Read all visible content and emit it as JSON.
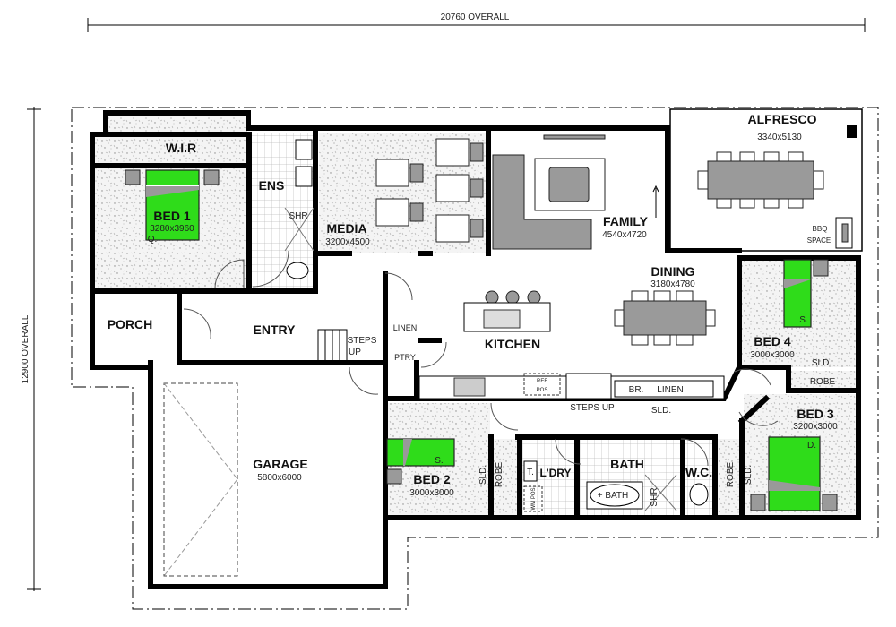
{
  "dimensions": {
    "overall_width": "20760 OVERALL",
    "overall_depth": "12900 OVERALL"
  },
  "colors": {
    "bed_fill": "#2fdc1a",
    "furniture": "#9a9a9a",
    "wall": "#000000"
  },
  "rooms": {
    "wir": {
      "name": "W.I.R"
    },
    "bed1": {
      "name": "BED 1",
      "size": "3280x3960",
      "bed": "Q."
    },
    "ens": {
      "name": "ENS",
      "shower": "SHR"
    },
    "media": {
      "name": "MEDIA",
      "size": "3200x4500"
    },
    "family": {
      "name": "FAMILY",
      "size": "4540x4720"
    },
    "alfresco": {
      "name": "ALFRESCO",
      "size": "3340x5130",
      "bbq1": "BBQ",
      "bbq2": "SPACE"
    },
    "porch": {
      "name": "PORCH"
    },
    "entry": {
      "name": "ENTRY",
      "steps1": "STEPS",
      "steps2": "UP"
    },
    "linen1": {
      "name": "LINEN"
    },
    "pantry": {
      "name": "PTRY"
    },
    "kitchen": {
      "name": "KITCHEN",
      "ref": "REF",
      "pos": "POS"
    },
    "dining": {
      "name": "DINING",
      "size": "3180x4780"
    },
    "bed4": {
      "name": "BED 4",
      "size": "3000x3000",
      "bed": "S.",
      "sld": "SLD.",
      "robe": "ROBE"
    },
    "hall": {
      "br": "BR.",
      "linen": "LINEN",
      "steps": "STEPS  UP",
      "sld": "SLD."
    },
    "bed3": {
      "name": "BED 3",
      "size": "3200x3000",
      "bed": "D.",
      "robe": "ROBE",
      "sld": "SLD."
    },
    "garage": {
      "name": "GARAGE",
      "size": "5800x6000"
    },
    "bed2": {
      "name": "BED 2",
      "size": "3000x3000",
      "bed": "S.",
      "sld": "SLD.",
      "robe": "ROBE"
    },
    "laundry": {
      "name": "L'DRY",
      "tub": "T.",
      "wm": "WM POS"
    },
    "bath": {
      "name": "BATH",
      "tub": "+ BATH",
      "shower": "SHR"
    },
    "wc": {
      "name": "W.C."
    }
  }
}
